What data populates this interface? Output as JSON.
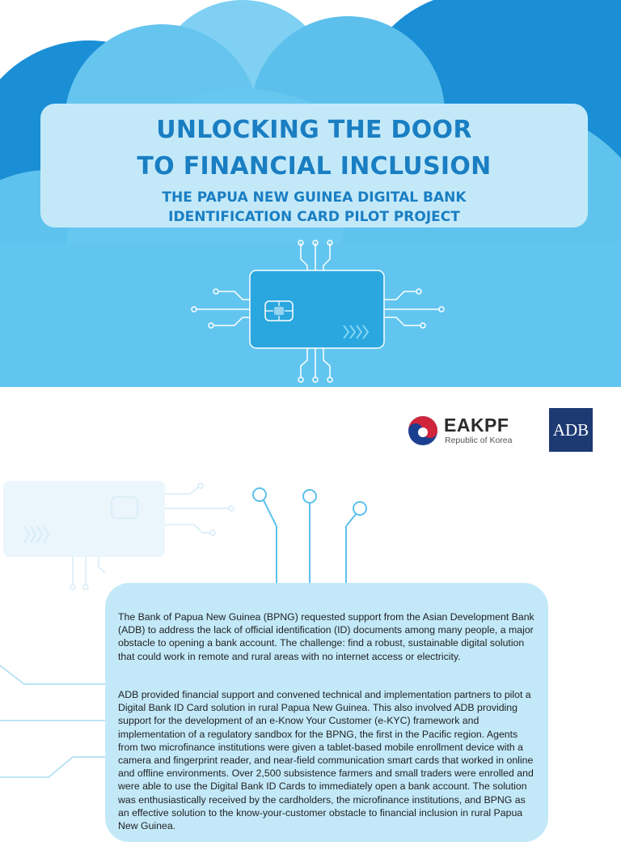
{
  "header": {
    "title_line1": "UNLOCKING THE DOOR",
    "title_line2": "TO FINANCIAL INCLUSION",
    "subtitle_line1": "THE PAPUA NEW GUINEA DIGITAL BANK",
    "subtitle_line2": "IDENTIFICATION CARD PILOT PROJECT"
  },
  "logos": {
    "eakpf_name": "EAKPF",
    "eakpf_country": "Republic of Korea",
    "adb_name": "ADB"
  },
  "body": {
    "paragraph1": "The Bank of Papua New Guinea (BPNG) requested support from the Asian Development Bank (ADB) to address the lack of official identification (ID) documents among many people, a major obstacle to opening a bank account. The challenge: find a robust, sustainable digital solution that could work in remote and rural areas with no internet access or electricity.",
    "paragraph2": "ADB provided financial support and convened technical and implementation partners to pilot a Digital Bank ID Card solution in rural Papua New Guinea. This also involved ADB providing support for the development of an e-Know Your Customer (e-KYC) framework and implementation of a regulatory sandbox for the BPNG, the first in the Pacific region. Agents from two microfinance institutions were given a tablet-based mobile enrollment device with a camera and fingerprint reader, and near-field communication smart cards that worked in online and offline environments. Over 2,500 subsistence farmers and small traders were enrolled and were able to use the Digital Bank ID Cards to immediately open a bank account. The solution was enthusiastically received by the cardholders, the microfinance institutions, and BPNG as an effective solution to the know-your-customer obstacle to financial inclusion in rural Papua New Guinea."
  },
  "colors": {
    "title_blue": "#1a7ec2",
    "cloud_dark": "#1a8fd6",
    "cloud_mid": "#4fb8e8",
    "cloud_light": "#7fd0f3",
    "panel": "#c3e9f9",
    "adb_navy": "#1d3a73"
  }
}
